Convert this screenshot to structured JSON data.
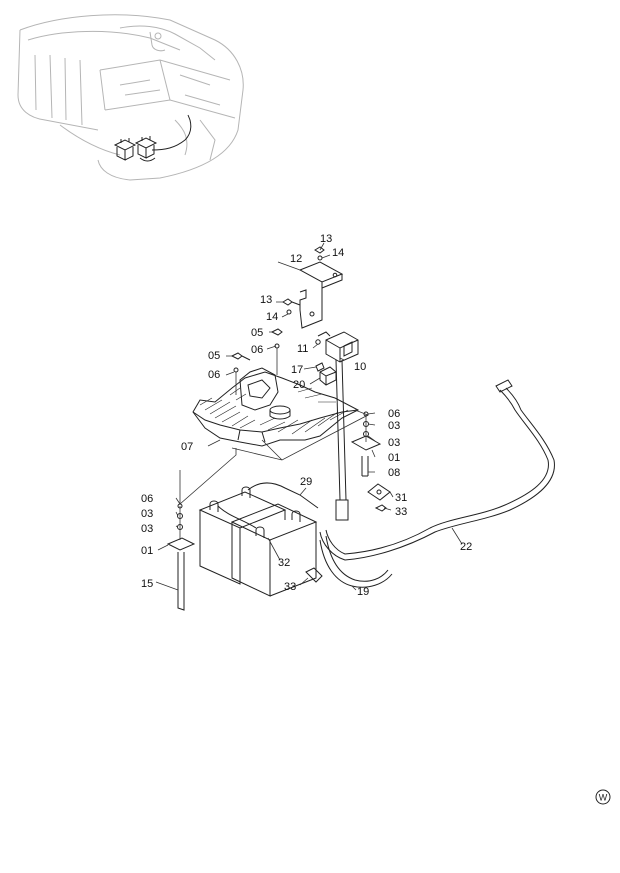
{
  "diagram": {
    "parts": [
      "13",
      "14",
      "12",
      "13",
      "14",
      "05",
      "06",
      "11",
      "10",
      "05",
      "06",
      "17",
      "20",
      "07",
      "06",
      "03",
      "03",
      "01",
      "08",
      "29",
      "31",
      "33",
      "22",
      "06",
      "03",
      "03",
      "01",
      "32",
      "15",
      "33",
      "19"
    ],
    "corner_badge": "W"
  }
}
